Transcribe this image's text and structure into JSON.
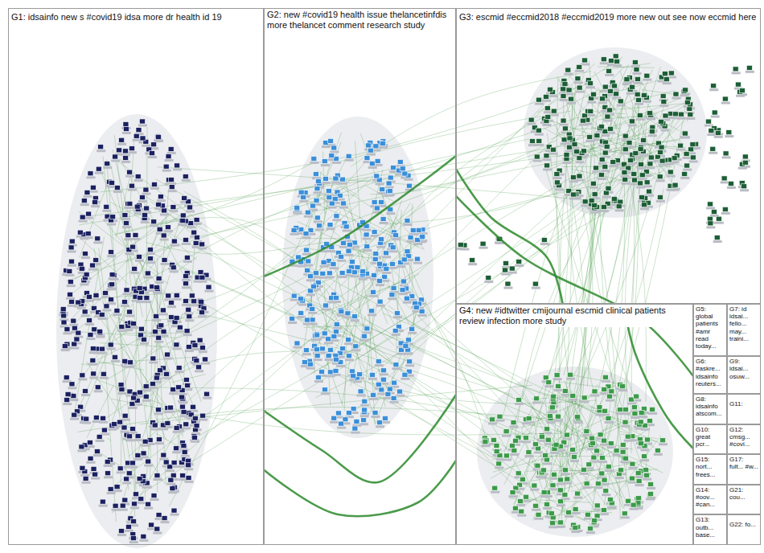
{
  "diagram": {
    "nodes": [
      {
        "text": [
          "G1: idsainfo new s #covid19 idsa more dr health id 19"
        ]
      },
      {
        "text": [
          "G2: new #covid19 health issue thelancetinfdis more thelancet comment research study"
        ]
      },
      {
        "text": [
          "G3: escmid #eccmid2018 #eccmid2019 more new out see now eccmid here"
        ]
      },
      {
        "text": [
          "G4: new #idtwitter cmijournal escmid clinical patients review infection more study"
        ]
      },
      {
        "text": [
          "G5: global patients #amr read today..."
        ]
      },
      {
        "text": [
          "G7: id idsai... fello... may... traini..."
        ]
      },
      {
        "text": [
          "G6: #askre... idsainfo reuters..."
        ]
      },
      {
        "text": [
          "G9: idsai... osuw..."
        ]
      },
      {
        "text": [
          "G8: idsainfo atscom..."
        ]
      },
      {
        "text": [
          "G11:"
        ]
      },
      {
        "text": [
          "G10: great pcr..."
        ]
      },
      {
        "text": [
          "G12: cmsg... #covi..."
        ]
      },
      {
        "text": [
          "G15: nort... frees..."
        ]
      },
      {
        "text": [
          "G17: fult... #w..."
        ]
      },
      {
        "text": [
          "G14: #oov... #can..."
        ]
      },
      {
        "text": [
          "G21: cou..."
        ]
      },
      {
        "text": [
          "G13: outb... base..."
        ]
      },
      {
        "text": [
          "G22: fo..."
        ]
      }
    ],
    "edges": [
      {
        "from": 0,
        "to": 1,
        "arrow": "none"
      },
      {
        "from": 0,
        "to": 2,
        "arrow": "none"
      },
      {
        "from": 1,
        "to": 2,
        "arrow": "none"
      },
      {
        "from": 2,
        "to": 3,
        "arrow": "none"
      },
      {
        "from": 0,
        "to": 3,
        "arrow": "none"
      },
      {
        "from": 1,
        "to": 3,
        "arrow": "none"
      }
    ]
  }
}
